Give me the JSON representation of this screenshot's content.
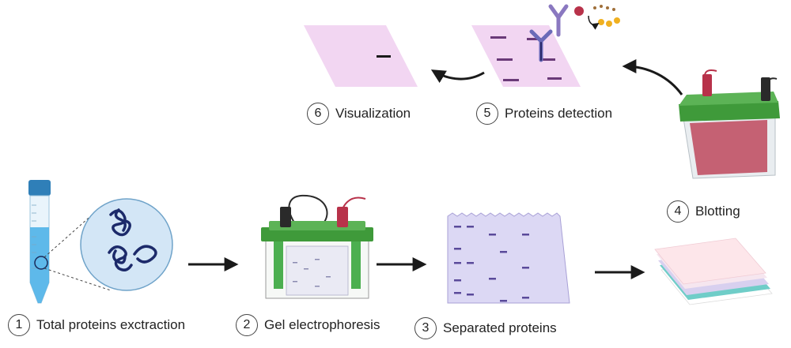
{
  "steps": [
    {
      "num": "1",
      "label": "Total proteins exctraction"
    },
    {
      "num": "2",
      "label": "Gel electrophoresis"
    },
    {
      "num": "3",
      "label": "Separated proteins"
    },
    {
      "num": "4",
      "label": "Blotting"
    },
    {
      "num": "5",
      "label": "Proteins detection"
    },
    {
      "num": "6",
      "label": "Visualization"
    }
  ],
  "colors": {
    "tube_blue": "#4fb3e8",
    "cap_blue": "#2f7fb8",
    "apparatus_green": "#3f9a3a",
    "electrode_red": "#b8324a",
    "band_purple": "#6a4a9a",
    "membrane_pink": "#f2d6f2",
    "gel_lavender": "#dcd8f4",
    "antibody_blue": "#6a6ab8"
  },
  "icons": [
    "falcon-tube-icon",
    "protein-zoom-icon",
    "electrophoresis-tank-icon",
    "gel-icon",
    "blotting-tank-icon",
    "membrane-stack-icon",
    "antibody-icon",
    "membrane-icon",
    "arrow-icon"
  ]
}
